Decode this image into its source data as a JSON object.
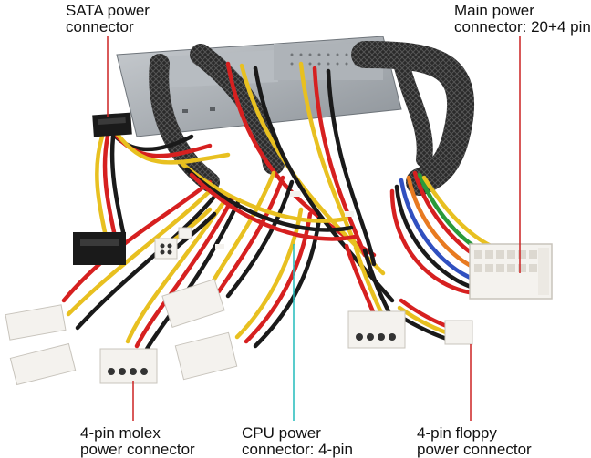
{
  "labels": {
    "sata": {
      "line1": "SATA power",
      "line2": "connector"
    },
    "main": {
      "line1": "Main power",
      "line2": "connector: 20+4 pin"
    },
    "molex": {
      "line1": "4-pin molex",
      "line2": "power connector"
    },
    "cpu": {
      "line1": "CPU power",
      "line2": "connector: 4-pin"
    },
    "floppy": {
      "line1": "4-pin floppy",
      "line2": "power connector"
    }
  },
  "colors": {
    "sata_line": "#cc2222",
    "main_line": "#cc2222",
    "molex_line": "#cc2222",
    "cpu_line": "#22bbbb",
    "floppy_line": "#cc2222",
    "wire_red": "#d62020",
    "wire_yellow": "#e8c020",
    "wire_black": "#1a1a1a",
    "wire_orange": "#e87a20",
    "wire_green": "#2a9a3a",
    "wire_blue": "#3050c0",
    "connector_white": "#f4f2ee",
    "psu_gray": "#9aa0a6"
  }
}
